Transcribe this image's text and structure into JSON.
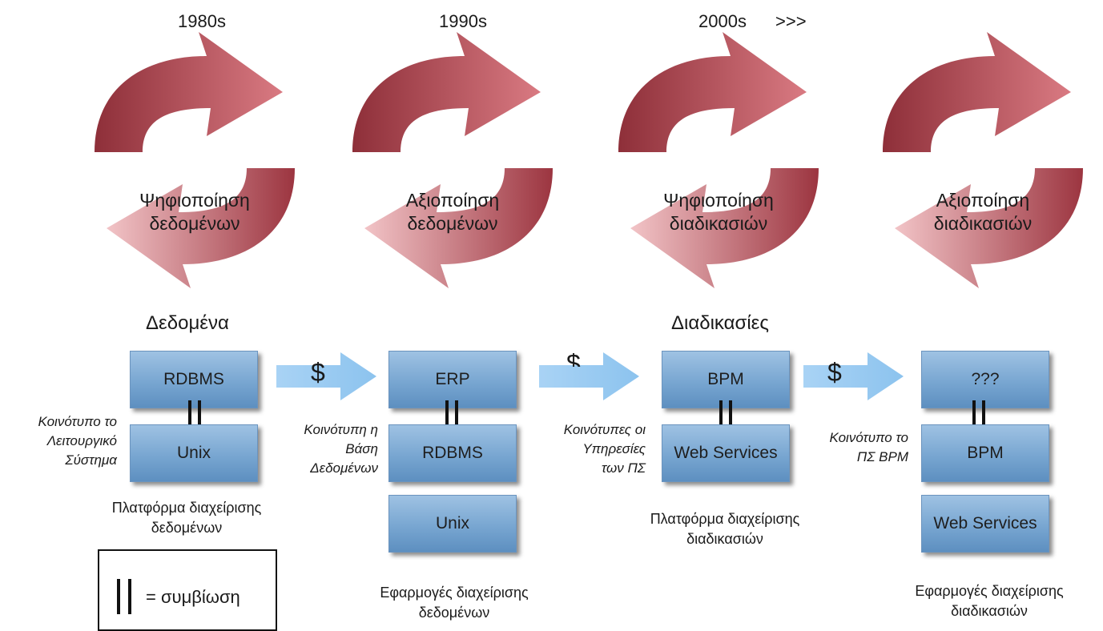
{
  "eras": [
    "1980s",
    "1990s",
    "2000s",
    ">>>"
  ],
  "cycles": [
    {
      "line1": "Ψηφιοποίηση",
      "line2": "δεδομένων"
    },
    {
      "line1": "Αξιοποίηση",
      "line2": "δεδομένων"
    },
    {
      "line1": "Ψηφιοποίηση",
      "line2": "διαδικασιών"
    },
    {
      "line1": "Αξιοποίηση",
      "line2": "διαδικασιών"
    }
  ],
  "sections": {
    "data": "Δεδομένα",
    "processes": "Διαδικασίες"
  },
  "boxes": {
    "col1": [
      "RDBMS",
      "Unix"
    ],
    "col2": [
      "ERP",
      "RDBMS",
      "Unix"
    ],
    "col3": [
      "BPM",
      "Web Services"
    ],
    "col4": [
      "???",
      "BPM",
      "Web Services"
    ]
  },
  "dollar": "$",
  "notes": {
    "os": [
      "Κοινότυπο το",
      "Λειτουργικό",
      "Σύστημα"
    ],
    "db": [
      "Κοινότυπη η",
      "Βάση",
      "Δεδομένων"
    ],
    "services": [
      "Κοινότυπες οι",
      "Υπηρεσίες",
      "των ΠΣ"
    ],
    "bpm": [
      "Κοινότυπο το",
      "ΠΣ BPM"
    ]
  },
  "captions": {
    "c1": [
      "Πλατφόρμα διαχείρισης",
      "δεδομένων"
    ],
    "c2": [
      "Εφαρμογές διαχείρισης",
      "δεδομένων"
    ],
    "c3": [
      "Πλατφόρμα διαχείρισης",
      "διαδικασιών"
    ],
    "c4": [
      "Εφαρμογές διαχείρισης",
      "διαδικασιών"
    ]
  },
  "legend": {
    "text": "= συμβίωση"
  },
  "colors": {
    "cycle_dark": "#a33c44",
    "cycle_light": "#e8a0a6",
    "box": "#78a6d1",
    "arrow": "#9ccbf0"
  }
}
